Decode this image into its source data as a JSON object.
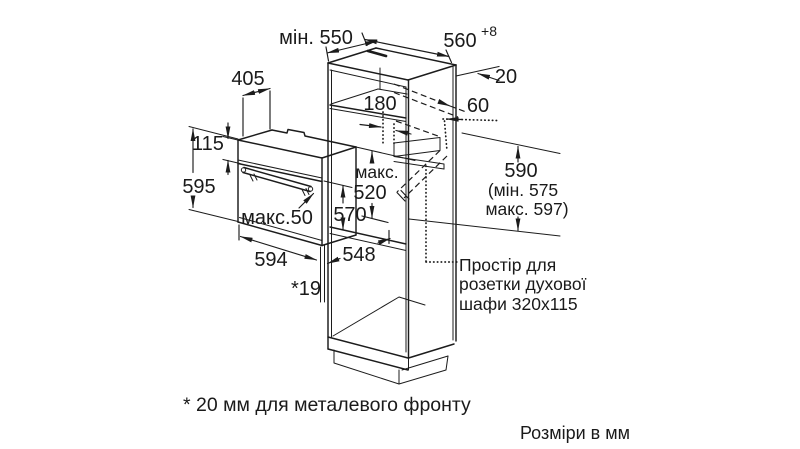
{
  "figure": {
    "type": "oven installation diagram",
    "units_note": "Розміри в мм",
    "footnote": "* 20 мм для металевого фронту"
  },
  "colors": {
    "background": "#ffffff",
    "line": "#1c1c1c",
    "text": "#1a1a1a"
  },
  "dims": {
    "min550": "мін. 550",
    "w560": "560",
    "plus8": "+8",
    "c20": "20",
    "d405": "405",
    "c180": "180",
    "s60": "60",
    "h115": "115",
    "h595": "595",
    "maks": "макс.",
    "v520": "520",
    "h570": "570",
    "maks50": "макс.50",
    "w594": "594",
    "d548": "548",
    "gap19": "*19",
    "n590": "590",
    "n575": "(мін. 575",
    "n597": "макс. 597)"
  },
  "socket_note": {
    "l1": "Простір для",
    "l2": "розетки духової",
    "l3": "шафи 320x115"
  }
}
